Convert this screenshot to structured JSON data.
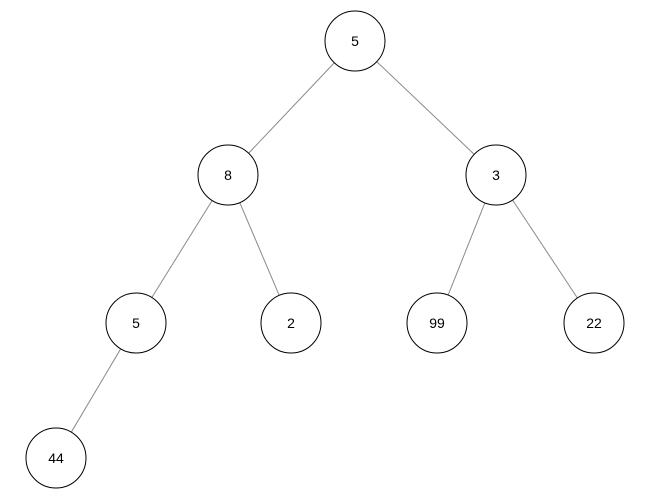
{
  "tree": {
    "nodes": [
      {
        "id": "n1",
        "label": "5"
      },
      {
        "id": "n2",
        "label": "8"
      },
      {
        "id": "n3",
        "label": "3"
      },
      {
        "id": "n4",
        "label": "5"
      },
      {
        "id": "n5",
        "label": "2"
      },
      {
        "id": "n6",
        "label": "99"
      },
      {
        "id": "n7",
        "label": "22"
      },
      {
        "id": "n8",
        "label": "44"
      }
    ],
    "edges": [
      {
        "from": "n1",
        "to": "n2"
      },
      {
        "from": "n1",
        "to": "n3"
      },
      {
        "from": "n2",
        "to": "n4"
      },
      {
        "from": "n2",
        "to": "n5"
      },
      {
        "from": "n3",
        "to": "n6"
      },
      {
        "from": "n3",
        "to": "n7"
      },
      {
        "from": "n4",
        "to": "n8"
      }
    ]
  }
}
